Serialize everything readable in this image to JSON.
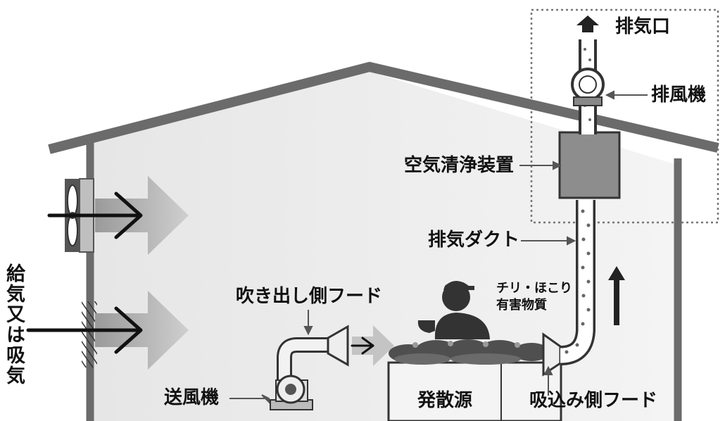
{
  "labels": {
    "exhaust_outlet": "排気口",
    "exhaust_fan": "排風機",
    "air_cleaner": "空気清浄装置",
    "exhaust_duct": "排気ダクト",
    "dust_line1": "チリ・ほこり",
    "dust_line2": "有害物質",
    "blow_hood": "吹き出し側フード",
    "supply_fan": "送風機",
    "source": "発散源",
    "suction_hood": "吸込み側フード",
    "supply_or_intake": "給気又は吸気"
  },
  "colors": {
    "wall": "#6b6b6b",
    "interior": "#ececec",
    "arrow_light": "#c4c4c4",
    "arrow_dark": "#222222",
    "machine": "#8a8a8a",
    "person": "#333333",
    "debris": "#5a5a5a"
  }
}
